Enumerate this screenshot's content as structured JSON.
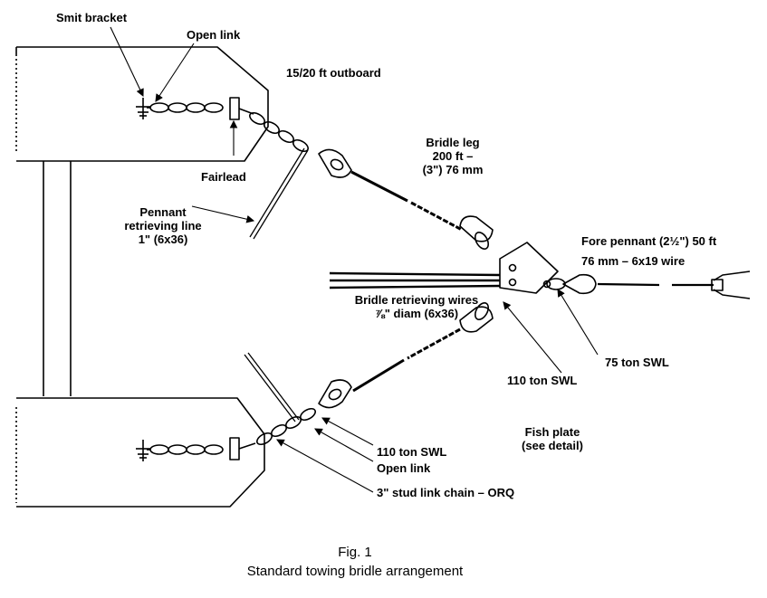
{
  "labels": {
    "smit_bracket": "Smit bracket",
    "open_link_top": "Open link",
    "outboard": "15/20 ft outboard",
    "fairlead": "Fairlead",
    "bridle_leg": [
      "Bridle leg",
      "200 ft –",
      "(3\") 76 mm"
    ],
    "pennant_line": [
      "Pennant",
      "retrieving line",
      "1\" (6x36)"
    ],
    "fore_pennant": [
      "Fore pennant (2½\") 50 ft",
      "76 mm – 6x19 wire"
    ],
    "bridle_wires": [
      "Bridle retrieving wires",
      "⅞\" diam (6x36)"
    ],
    "swl_75": "75 ton SWL",
    "swl_110_upper": "110 ton SWL",
    "fish_plate": [
      "Fish plate",
      "(see detail)"
    ],
    "swl_110_lower": "110 ton SWL",
    "open_link_bottom": "Open link",
    "stud_chain": "3\" stud link chain – ORQ"
  },
  "caption": {
    "fig": "Fig. 1",
    "title": "Standard towing bridle arrangement"
  },
  "colors": {
    "ink": "#000000",
    "paper": "#ffffff"
  }
}
